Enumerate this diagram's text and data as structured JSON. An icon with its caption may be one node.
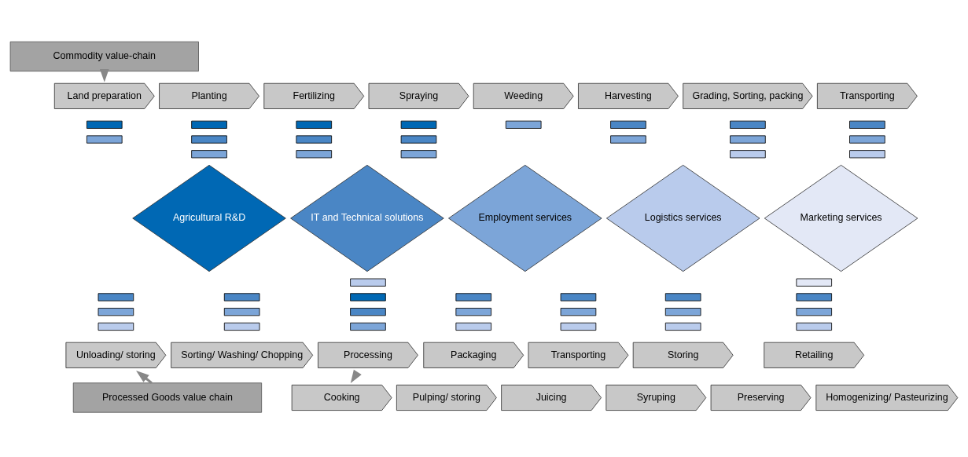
{
  "diagram": {
    "nodes": [
      {
        "text": [
          "Commodity value-chain"
        ]
      },
      {
        "text": [
          "Land preparation"
        ]
      },
      {
        "text": [
          "Planting"
        ]
      },
      {
        "text": [
          "Fertilizing"
        ]
      },
      {
        "text": [
          "Spraying"
        ]
      },
      {
        "text": [
          "Weeding"
        ]
      },
      {
        "text": [
          "Harvesting"
        ]
      },
      {
        "text": [
          "Grading, Sorting, packing"
        ]
      },
      {
        "text": [
          "Transporting"
        ]
      },
      {
        "text": [],
        "shape": "bar"
      },
      {
        "text": [],
        "shape": "bar"
      },
      {
        "text": [],
        "shape": "bar"
      },
      {
        "text": [],
        "shape": "bar"
      },
      {
        "text": [],
        "shape": "bar"
      },
      {
        "text": [],
        "shape": "bar"
      },
      {
        "text": [],
        "shape": "bar"
      },
      {
        "text": [],
        "shape": "bar"
      },
      {
        "text": [],
        "shape": "bar"
      },
      {
        "text": [],
        "shape": "bar"
      },
      {
        "text": [],
        "shape": "bar"
      },
      {
        "text": [],
        "shape": "bar"
      },
      {
        "text": [],
        "shape": "bar"
      },
      {
        "text": [],
        "shape": "bar"
      },
      {
        "text": [],
        "shape": "bar"
      },
      {
        "text": [],
        "shape": "bar"
      },
      {
        "text": [],
        "shape": "bar"
      },
      {
        "text": [],
        "shape": "bar"
      },
      {
        "text": [],
        "shape": "bar"
      },
      {
        "text": [],
        "shape": "bar"
      },
      {
        "text": [
          "Agricultural R&D"
        ]
      },
      {
        "text": [
          "IT and Technical solutions"
        ]
      },
      {
        "text": [
          "Employment services"
        ]
      },
      {
        "text": [
          "Logistics services"
        ]
      },
      {
        "text": [
          "Marketing services"
        ]
      },
      {
        "text": [],
        "shape": "bar"
      },
      {
        "text": [],
        "shape": "bar"
      },
      {
        "text": [],
        "shape": "bar"
      },
      {
        "text": [],
        "shape": "bar"
      },
      {
        "text": [],
        "shape": "bar"
      },
      {
        "text": [],
        "shape": "bar"
      },
      {
        "text": [],
        "shape": "bar"
      },
      {
        "text": [],
        "shape": "bar"
      },
      {
        "text": [],
        "shape": "bar"
      },
      {
        "text": [],
        "shape": "bar"
      },
      {
        "text": [],
        "shape": "bar"
      },
      {
        "text": [],
        "shape": "bar"
      },
      {
        "text": [],
        "shape": "bar"
      },
      {
        "text": [],
        "shape": "bar"
      },
      {
        "text": [],
        "shape": "bar"
      },
      {
        "text": [],
        "shape": "bar"
      },
      {
        "text": [],
        "shape": "bar"
      },
      {
        "text": [],
        "shape": "bar"
      },
      {
        "text": [],
        "shape": "bar"
      },
      {
        "text": [],
        "shape": "bar"
      },
      {
        "text": [],
        "shape": "bar"
      },
      {
        "text": [],
        "shape": "bar"
      },
      {
        "text": [],
        "shape": "bar"
      },
      {
        "text": [
          "Unloading/ storing"
        ]
      },
      {
        "text": [
          "Sorting/ Washing/ Chopping"
        ]
      },
      {
        "text": [
          "Processing"
        ]
      },
      {
        "text": [
          "Packaging"
        ]
      },
      {
        "text": [
          "Transporting"
        ]
      },
      {
        "text": [
          "Storing"
        ]
      },
      {
        "text": [
          "Retailing"
        ]
      },
      {
        "text": [
          "Processed Goods value chain"
        ]
      },
      {
        "text": [
          "Cooking"
        ]
      },
      {
        "text": [
          "Pulping/ storing"
        ]
      },
      {
        "text": [
          "Juicing"
        ]
      },
      {
        "text": [
          "Syruping"
        ]
      },
      {
        "text": [
          "Preserving"
        ]
      },
      {
        "text": [
          "Homogenizing/ Pasteurizing"
        ]
      }
    ],
    "edges": [
      {
        "from": 0,
        "to": 1,
        "arrow": "to"
      },
      {
        "from": 64,
        "to": 57,
        "arrow": "to"
      },
      {
        "from": 59,
        "to": 65,
        "arrow": "to"
      }
    ]
  }
}
